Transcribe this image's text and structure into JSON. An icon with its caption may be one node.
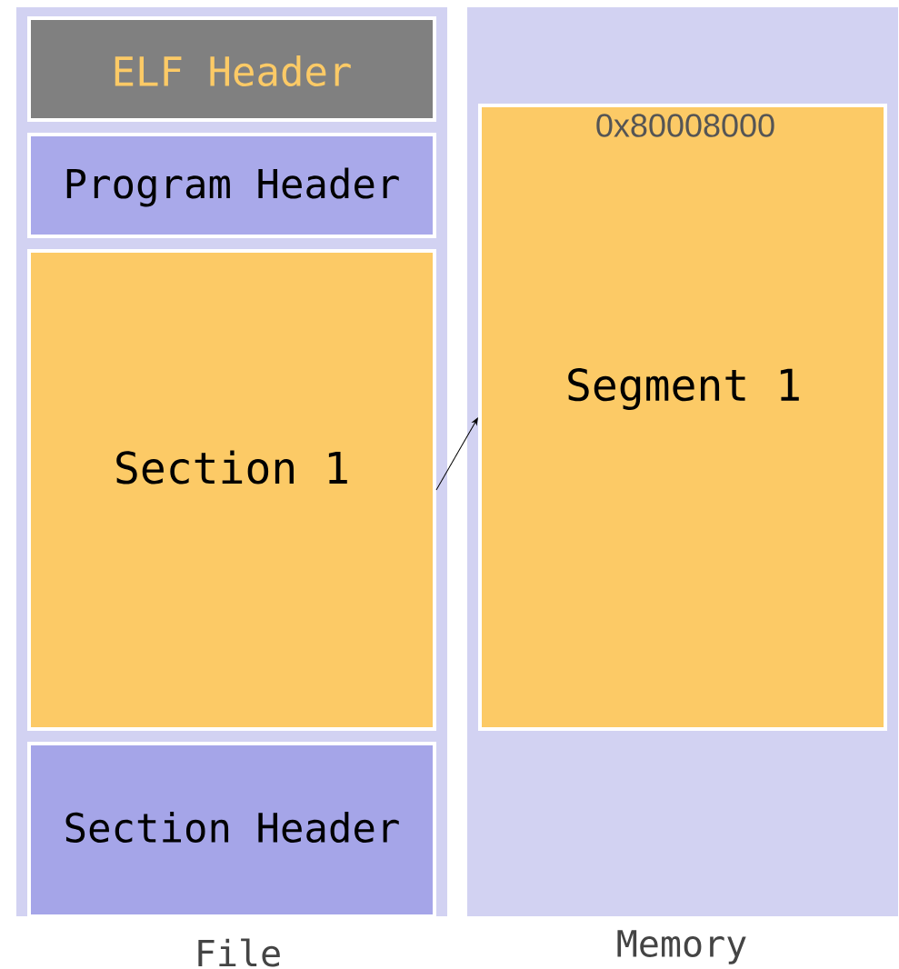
{
  "diagram": {
    "nodes": [
      {
        "text": [
          "File"
        ]
      },
      {
        "text": [
          "ELF Header"
        ],
        "in": 0
      },
      {
        "text": [
          "Program Header"
        ],
        "in": 0
      },
      {
        "text": [
          "Section 1"
        ],
        "in": 0
      },
      {
        "text": [
          "Section Header"
        ],
        "in": 0
      },
      {
        "text": [
          "Memory"
        ]
      },
      {
        "text": [
          "0x80008000",
          "Segment 1"
        ],
        "in": 5
      }
    ],
    "edges": [
      {
        "from": 3,
        "to": 6,
        "arrow": "to"
      }
    ]
  }
}
